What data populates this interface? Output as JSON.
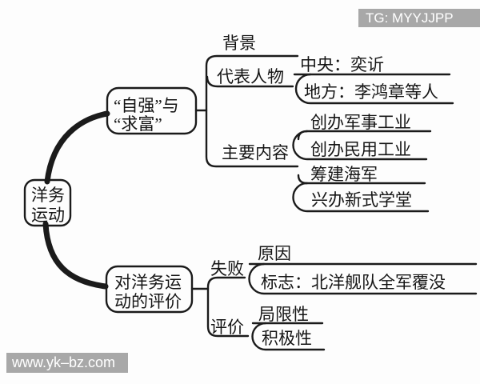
{
  "watermarks": {
    "tg_badge": "TG: MYYJJPP",
    "site": "www.yk–bz.com"
  },
  "colors": {
    "line": "#1b1b1b",
    "badge_bg": "#a8a8a8",
    "badge_text": "#ffffff",
    "background": "#fdfdfd"
  },
  "mindmap": {
    "root": {
      "label": "洋务运动",
      "line1": "洋务",
      "line2": "运动"
    },
    "branch1": {
      "label": "“自强”与“求富”",
      "label_line1": "“自强”与",
      "label_line2": "“求富”",
      "background": "背景",
      "figures": "代表人物",
      "figures_children": {
        "central": "中央：奕䜣",
        "local": "地方：李鸿章等人"
      },
      "contents": "主要内容",
      "contents_children": [
        "创办军事工业",
        "创办民用工业",
        "筹建海军",
        "兴办新式学堂"
      ]
    },
    "branch2": {
      "label": "对洋务运动的评价",
      "label_line1": "对洋务运",
      "label_line2": "动的评价",
      "failure": "失败",
      "failure_children": {
        "reason": "原因",
        "mark": "标志：北洋舰队全军覆没"
      },
      "evaluation": "评价",
      "evaluation_children": {
        "limitation": "局限性",
        "positivity": "积极性"
      }
    }
  }
}
